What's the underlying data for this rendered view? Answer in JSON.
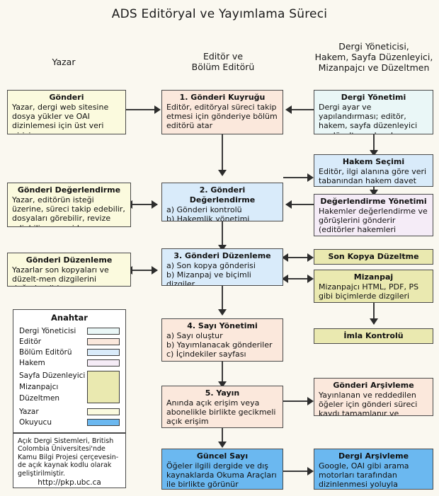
{
  "title": "ADS Editöryal ve Yayımlama Süreci",
  "column_headers": [
    {
      "name": "author",
      "text": "Yazar"
    },
    {
      "name": "editor",
      "text": "Editör ve\nBölüm Editörü"
    },
    {
      "name": "staff",
      "text": "Dergi Yöneticisi,\nHakem, Sayfa Düzenleyici,\nMizanpajcı ve Düzeltmen"
    }
  ],
  "boxes": {
    "submission": {
      "title": "Gönderi",
      "body": "Yazar, dergi web sitesine dosya yükler ve OAI dizinlemesi için üst veri girişi yapar",
      "color": "#fbfade"
    },
    "submission_review": {
      "title": "Gönderi Değerlendirme",
      "body": "Yazar, editörün isteği üzerine, süreci takip edebilir, dosyaları görebilir, revize ediebilir ve yeniden gönderebilir",
      "color": "#fbfade"
    },
    "submission_editing": {
      "title": "Gönderi Düzenleme",
      "body": "Yazarlar son kopyaları ve düzelt-men dizgilerini değerlendirir",
      "color": "#fbfade"
    },
    "queue": {
      "title": "1. Gönderi Kuyruğu",
      "body": "Editör, editöryal süreci takip etmesi için gönderiye bölüm editörü atar",
      "color": "#fbe8dc"
    },
    "review": {
      "title": "2. Gönderi Değerlendirme",
      "body": "a) Gönderi kontrolü\nb) Hakemlik yönetimi\nc) Editöryal karara varma",
      "color": "#d9ebfa"
    },
    "editing": {
      "title": "3. Gönderi Düzenleme",
      "body": "a) Son kopya gönderisi\nb) Mizanpaj ve biçimli dizgiler\nc) Düzeltmen dizgileri",
      "color": "#d9ebfa"
    },
    "issue_mgmt": {
      "title": "4. Sayı Yönetimi",
      "body": "a) Sayı oluştur\nb) Yayımlanacak gönderiler\nc) İçindekiler sayfası düzenleme",
      "color": "#fbe8dc"
    },
    "publish": {
      "title": "5. Yayın",
      "body": "Anında açık erişim veya abonelikle birlikte gecikmeli açık erişim",
      "color": "#fbe8dc"
    },
    "current_issue": {
      "title": "Güncel Sayı",
      "body": "Öğeler  ilgili dergide ve dış kaynaklarda  Okuma Araçları ile birlikte  görünür",
      "color": "#6bb8f0"
    },
    "journal_mgmt": {
      "title": "Dergi Yönetimi",
      "body": "Dergi ayar ve yapılandırması; editör, hakem, sayfa düzenleyici ve düzeltmen kaydı",
      "color": "#eaf7f7"
    },
    "reviewer_select": {
      "title": "Hakem Seçimi",
      "body": "Editör, ilgi alanına göre veri tabanından hakem davet eder",
      "color": "#d9ebfa"
    },
    "review_mgmt": {
      "title": "Değerlendirme Yönetimi",
      "body": "Hakemler değerlendirme ve görüşlerini gönderir (editörler hakemleri puanlayabilir)",
      "color": "#f5ecf7"
    },
    "copyedit": {
      "title": "Son Kopya Düzeltme",
      "body": "",
      "color": "#eae9b0"
    },
    "layout": {
      "title": "Mizanpaj",
      "body": "Mizanpajcı HTML, PDF, PS gibi biçimlerde dizgileri düzenler",
      "color": "#eae9b0"
    },
    "proofread": {
      "title": "İmla Kontrolü",
      "body": "",
      "color": "#eae9b0"
    },
    "submission_archive": {
      "title": "Gönderi Arşivleme",
      "body": "Yayınlanan ve reddedilen öğeler için gönderi süreci kaydı tamamlanır ve arşivlenir",
      "color": "#fbe8dc"
    },
    "journal_archive": {
      "title": "Dergi Arşivleme",
      "body": "Google, OAI gibi arama motorları tarafından  dizinlenmesi yoluyla sayıların listelemesi",
      "color": "#6bb8f0"
    }
  },
  "legend": {
    "title": "Anahtar",
    "rows": [
      {
        "label": "Dergi Yöneticisi",
        "color": "#eaf7f7"
      },
      {
        "label": "Editör",
        "color": "#fbe8dc"
      },
      {
        "label": "Bölüm Editörü",
        "color": "#d9ebfa"
      },
      {
        "label": "Hakem",
        "color": "#f5ecf7"
      }
    ],
    "group": {
      "labels": [
        "Sayfa Düzenleyici",
        "Mizanpajcı",
        "Düzeltmen"
      ],
      "color": "#eae9b0"
    },
    "rows_after": [
      {
        "label": "Yazar",
        "color": "#fbfade"
      },
      {
        "label": " Okuyucu",
        "color": "#6bb8f0"
      }
    ]
  },
  "credit": {
    "text": "Açık Dergi Sistemleri, British Colombia Üniversitesi'nde Kamu Bilgi Projesi çerçevesin-de açık kaynak kodlu olarak geliştirilmiştir.",
    "url": "http://pkp.ubc.ca"
  }
}
